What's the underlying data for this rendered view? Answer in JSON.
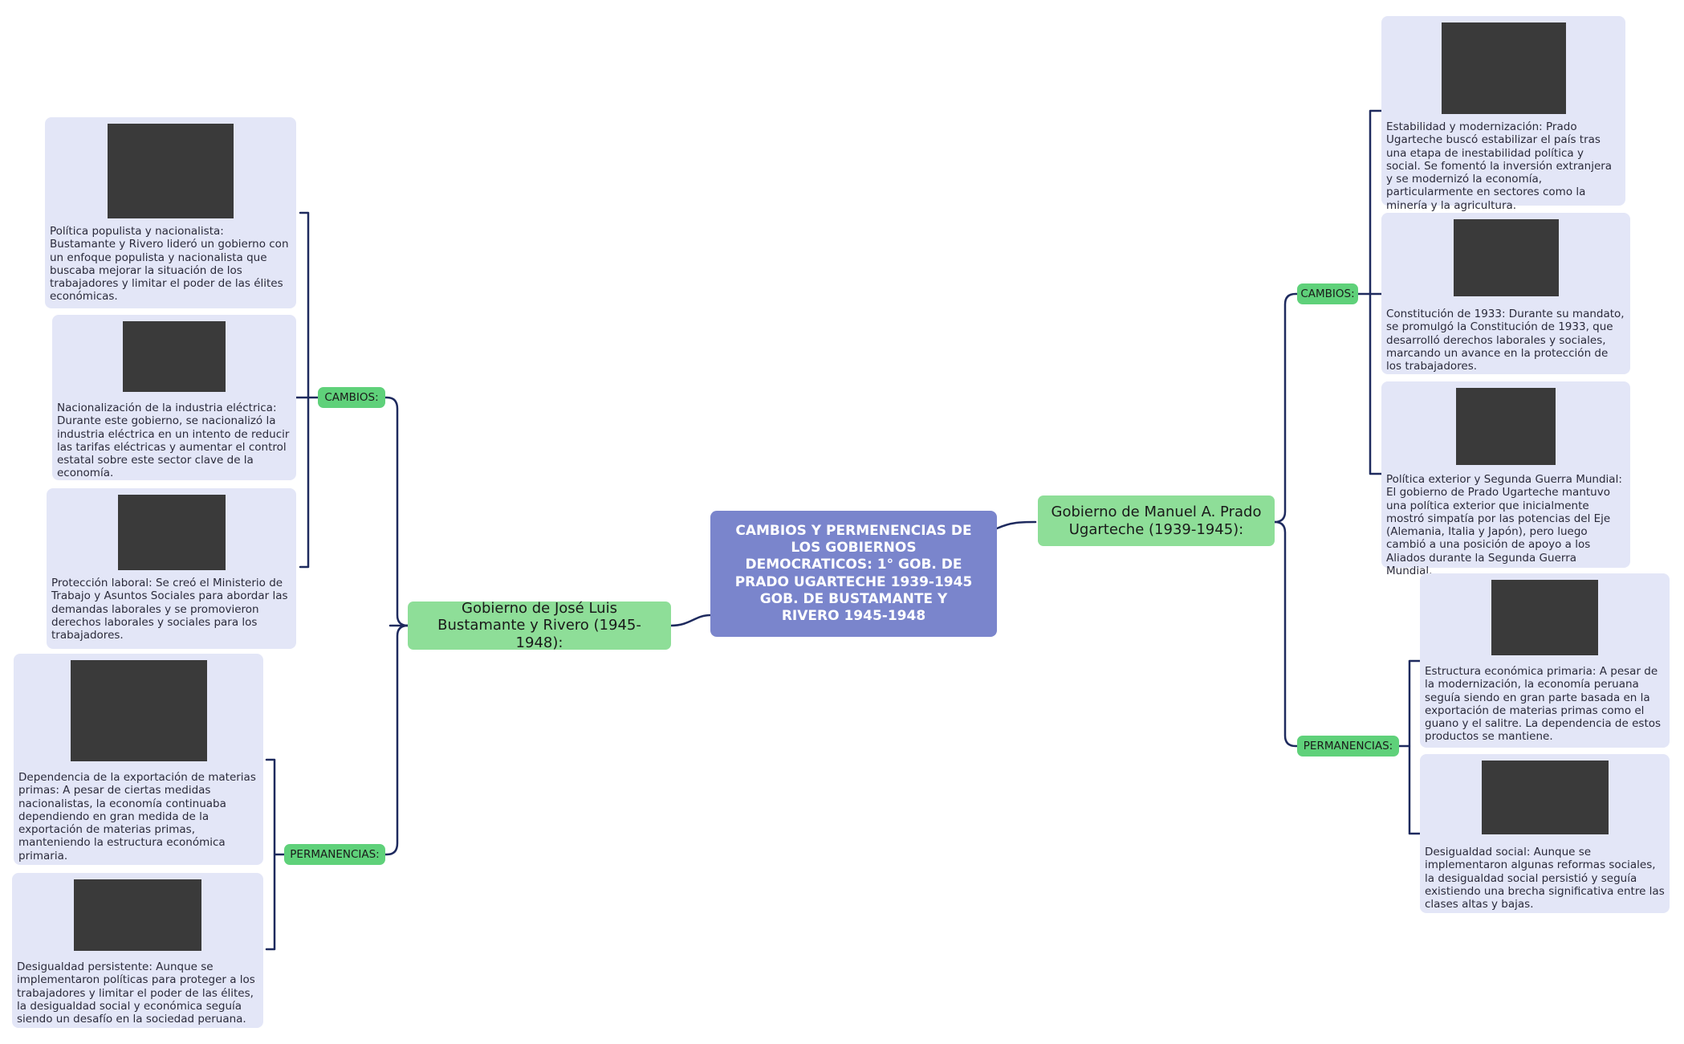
{
  "central": {
    "title": "CAMBIOS Y PERMENENCIAS DE LOS GOBIERNOS DEMOCRATICOS: 1° GOB. DE PRADO UGARTECHE 1939-1945 GOB. DE BUSTAMANTE Y RIVERO 1945-1948"
  },
  "left": {
    "title": "Gobierno de José Luis Bustamante y Rivero (1945-1948):",
    "cambios_label": "CAMBIOS:",
    "permanencias_label": "PERMANENCIAS:",
    "cambios": [
      {
        "text": "Política populista y nacionalista: Bustamante y Rivero lideró un gobierno con un enfoque populista y nacionalista que buscaba mejorar la situación de los trabajadores y limitar el poder de las élites económicas.",
        "photo": "group-photo-four-men"
      },
      {
        "text": "Nacionalización de la industria eléctrica: Durante este gobierno, se nacionalizó la industria eléctrica en un intento de reducir las tarifas eléctricas y aumentar el control estatal sobre este sector clave de la economía.",
        "photo": "military-officers-walking-photo"
      },
      {
        "text": "Protección laboral: Se creó el Ministerio de Trabajo y Asuntos Sociales para abordar las demandas laborales y se promovieron derechos laborales y sociales para los trabajadores.",
        "photo": "crowd-of-workers-photo"
      }
    ],
    "permanencias": [
      {
        "text": "Dependencia de la exportación de materias primas: A pesar de ciertas medidas nacionalistas, la economía continuaba dependiendo en gran medida de la exportación de materias primas, manteniendo la estructura económica primaria.",
        "photo": "truck-with-workers-photo"
      },
      {
        "text": "Desigualdad persistente: Aunque se implementaron políticas para proteger a los trabajadores y limitar el poder de las élites, la desigualdad social y económica seguía siendo un desafío en la sociedad peruana.",
        "photo": "crowd-dark-photo"
      }
    ]
  },
  "right": {
    "title": "Gobierno de Manuel A. Prado Ugarteche (1939-1945):",
    "cambios_label": "CAMBIOS:",
    "permanencias_label": "PERMANENCIAS:",
    "cambios": [
      {
        "text": "Estabilidad y modernización: Prado Ugarteche buscó estabilizar el país tras una etapa de inestabilidad política y social. Se fomentó la inversión extranjera y se modernizó la economía, particularmente en sectores como la minería y la agricultura.",
        "photo": "officials-at-table-photo"
      },
      {
        "text": "Constitución de 1933: Durante su mandato, se promulgó la Constitución de 1933, que desarrolló derechos laborales y sociales, marcando un avance en la protección de los trabajadores.",
        "photo": "assembly-signing-photo"
      },
      {
        "text": "Política exterior y Segunda Guerra Mundial: El gobierno de Prado Ugarteche mantuvo una política exterior que inicialmente mostró simpatía por las potencias del Eje (Alemania, Italia y Japón), pero luego cambió a una posición de apoyo a los Aliados durante la Segunda Guerra Mundial.",
        "photo": "procession-photo"
      }
    ],
    "permanencias": [
      {
        "text": "Estructura económica primaria: A pesar de la modernización, la economía peruana seguía siendo en gran parte basada en la exportación de materias primas como el guano y el salitre. La dependencia de estos productos se mantiene.",
        "photo": "locomotive-workers-photo"
      },
      {
        "text": "Desigualdad social: Aunque se implementaron algunas reformas sociales, la desigualdad social persistió y seguía existiendo una brecha significativa entre las clases altas y bajas.",
        "photo": "indigenous-people-painting"
      }
    ]
  },
  "colors": {
    "central": "#7a85cc",
    "government": "#8ede98",
    "tag": "#5fd17a",
    "card": "#e3e6f7",
    "connector": "#1e2a5e"
  }
}
